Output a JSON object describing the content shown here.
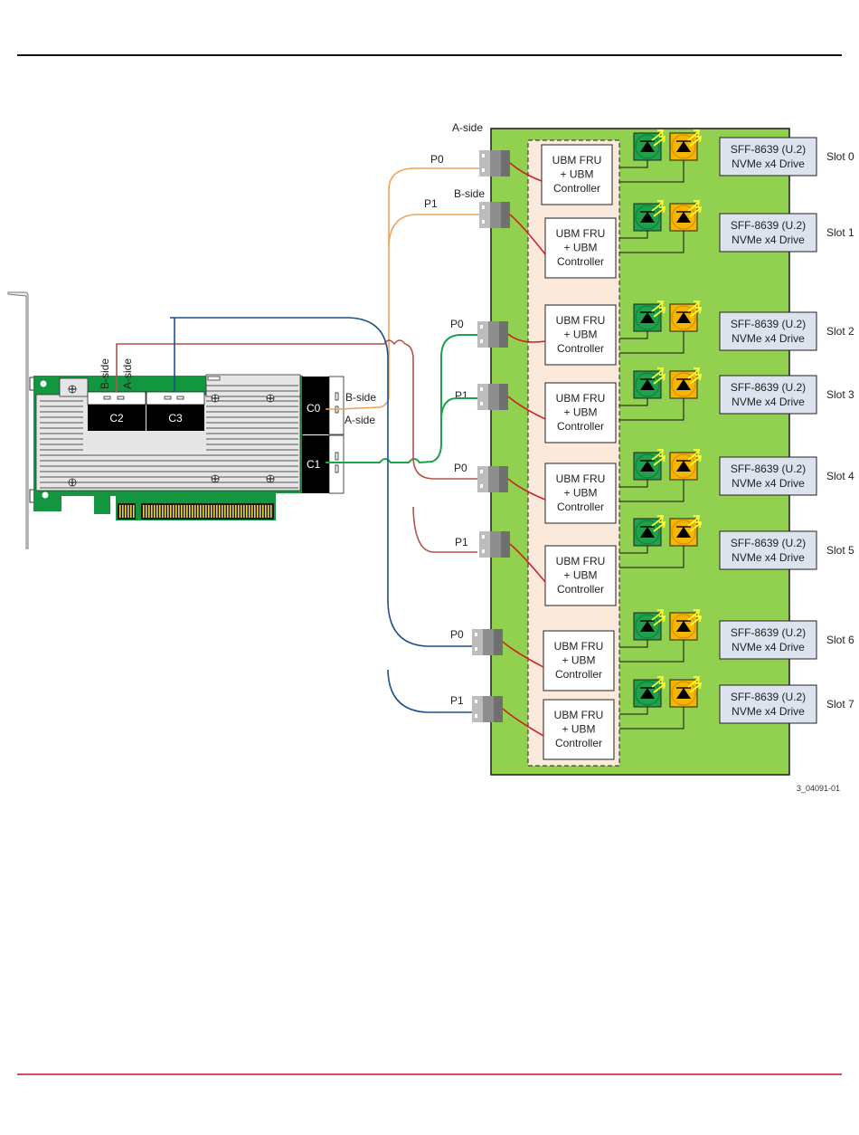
{
  "header": {
    "rule_color": "#111111"
  },
  "footer": {
    "rule_color": "#c8102e"
  },
  "figure_id": "3_04091-01",
  "colors": {
    "backplane": "#92d050",
    "backplane_border": "#1a1a1a",
    "ubm_zone": "#fbe9dc",
    "drive_box": "#dce3ee",
    "led_green": "#1fa04a",
    "led_amber": "#f7b500",
    "led_spark": "#ffff33",
    "cable_orange": "#f0a25a",
    "cable_green": "#1fa04a",
    "cable_red": "#b4524a",
    "cable_blue": "#1f4e8c",
    "trace_red": "#cc1f1f",
    "card_pcb": "#12963f",
    "card_heatsink": "#e6e6e6"
  },
  "hba_card": {
    "top_connectors": [
      {
        "id": "C2",
        "label": "C2"
      },
      {
        "id": "C3",
        "label": "C3"
      }
    ],
    "side_connectors": [
      {
        "id": "C0",
        "label": "C0"
      },
      {
        "id": "C1",
        "label": "C1"
      }
    ],
    "top_side_labels": {
      "b_side": "B-side",
      "a_side": "A-side"
    },
    "c0_side_labels": {
      "b_side": "B-side",
      "a_side": "A-side"
    }
  },
  "backplane": {
    "a_side_label": "A-side",
    "b_side_label": "B-side",
    "ports": [
      {
        "label": "P0",
        "cable": "orange"
      },
      {
        "label": "P1",
        "cable": "orange"
      },
      {
        "label": "P0",
        "cable": "green"
      },
      {
        "label": "P1",
        "cable": "green"
      },
      {
        "label": "P0",
        "cable": "red"
      },
      {
        "label": "P1",
        "cable": "red"
      },
      {
        "label": "P0",
        "cable": "blue"
      },
      {
        "label": "P1",
        "cable": "blue"
      }
    ],
    "ubm_boxes": [
      {
        "line1": "UBM FRU",
        "line2": "+ UBM",
        "line3": "Controller"
      },
      {
        "line1": "UBM FRU",
        "line2": "+ UBM",
        "line3": "Controller"
      },
      {
        "line1": "UBM FRU",
        "line2": "+ UBM",
        "line3": "Controller"
      },
      {
        "line1": "UBM FRU",
        "line2": "+ UBM",
        "line3": "Controller"
      },
      {
        "line1": "UBM FRU",
        "line2": "+ UBM",
        "line3": "Controller"
      },
      {
        "line1": "UBM FRU",
        "line2": "+ UBM",
        "line3": "Controller"
      },
      {
        "line1": "UBM FRU",
        "line2": "+ UBM",
        "line3": "Controller"
      },
      {
        "line1": "UBM FRU",
        "line2": "+ UBM",
        "line3": "Controller"
      }
    ],
    "drives": [
      {
        "line1": "SFF-8639 (U.2)",
        "line2": "NVMe x4 Drive",
        "slot": "Slot 0"
      },
      {
        "line1": "SFF-8639 (U.2)",
        "line2": "NVMe x4 Drive",
        "slot": "Slot 1"
      },
      {
        "line1": "SFF-8639 (U.2)",
        "line2": "NVMe x4 Drive",
        "slot": "Slot 2"
      },
      {
        "line1": "SFF-8639 (U.2)",
        "line2": "NVMe x4 Drive",
        "slot": "Slot 3"
      },
      {
        "line1": "SFF-8639 (U.2)",
        "line2": "NVMe x4 Drive",
        "slot": "Slot 4"
      },
      {
        "line1": "SFF-8639 (U.2)",
        "line2": "NVMe x4 Drive",
        "slot": "Slot 5"
      },
      {
        "line1": "SFF-8639 (U.2)",
        "line2": "NVMe x4 Drive",
        "slot": "Slot 6"
      },
      {
        "line1": "SFF-8639 (U.2)",
        "line2": "NVMe x4 Drive",
        "slot": "Slot 7"
      }
    ],
    "leds": [
      {
        "green": "activity-led",
        "amber": "fault-led"
      }
    ]
  }
}
